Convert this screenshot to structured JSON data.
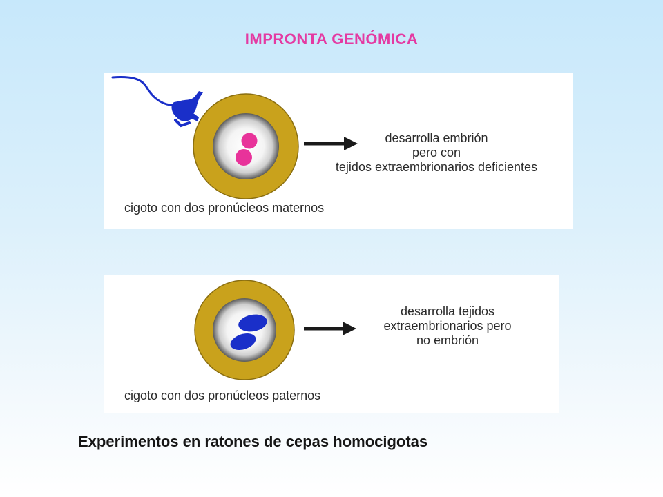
{
  "title": "IMPRONTA GENÓMICA",
  "top_panel": {
    "outcome_lines": [
      "desarrolla embrión",
      "pero  con",
      "tejidos extraembrionarios deficientes"
    ],
    "caption": "cigoto con dos pronúcleos maternos",
    "pronuclei_color": "#e8339a"
  },
  "bottom_panel": {
    "outcome_lines": [
      "desarrolla tejidos",
      "extraembrionarios pero",
      "no embrión"
    ],
    "caption": "cigoto con dos pronúcleos paternos",
    "pronuclei_color": "#1a2fc9"
  },
  "footer": "Experimentos en ratones de cepas homocigotas",
  "colors": {
    "title": "#e43aa2",
    "zona": "#c9a21c",
    "sperm": "#1a2fc9",
    "cytoplasm_border": "#6a6a6a"
  },
  "icons": [
    "sperm-icon",
    "arrow-icon"
  ]
}
